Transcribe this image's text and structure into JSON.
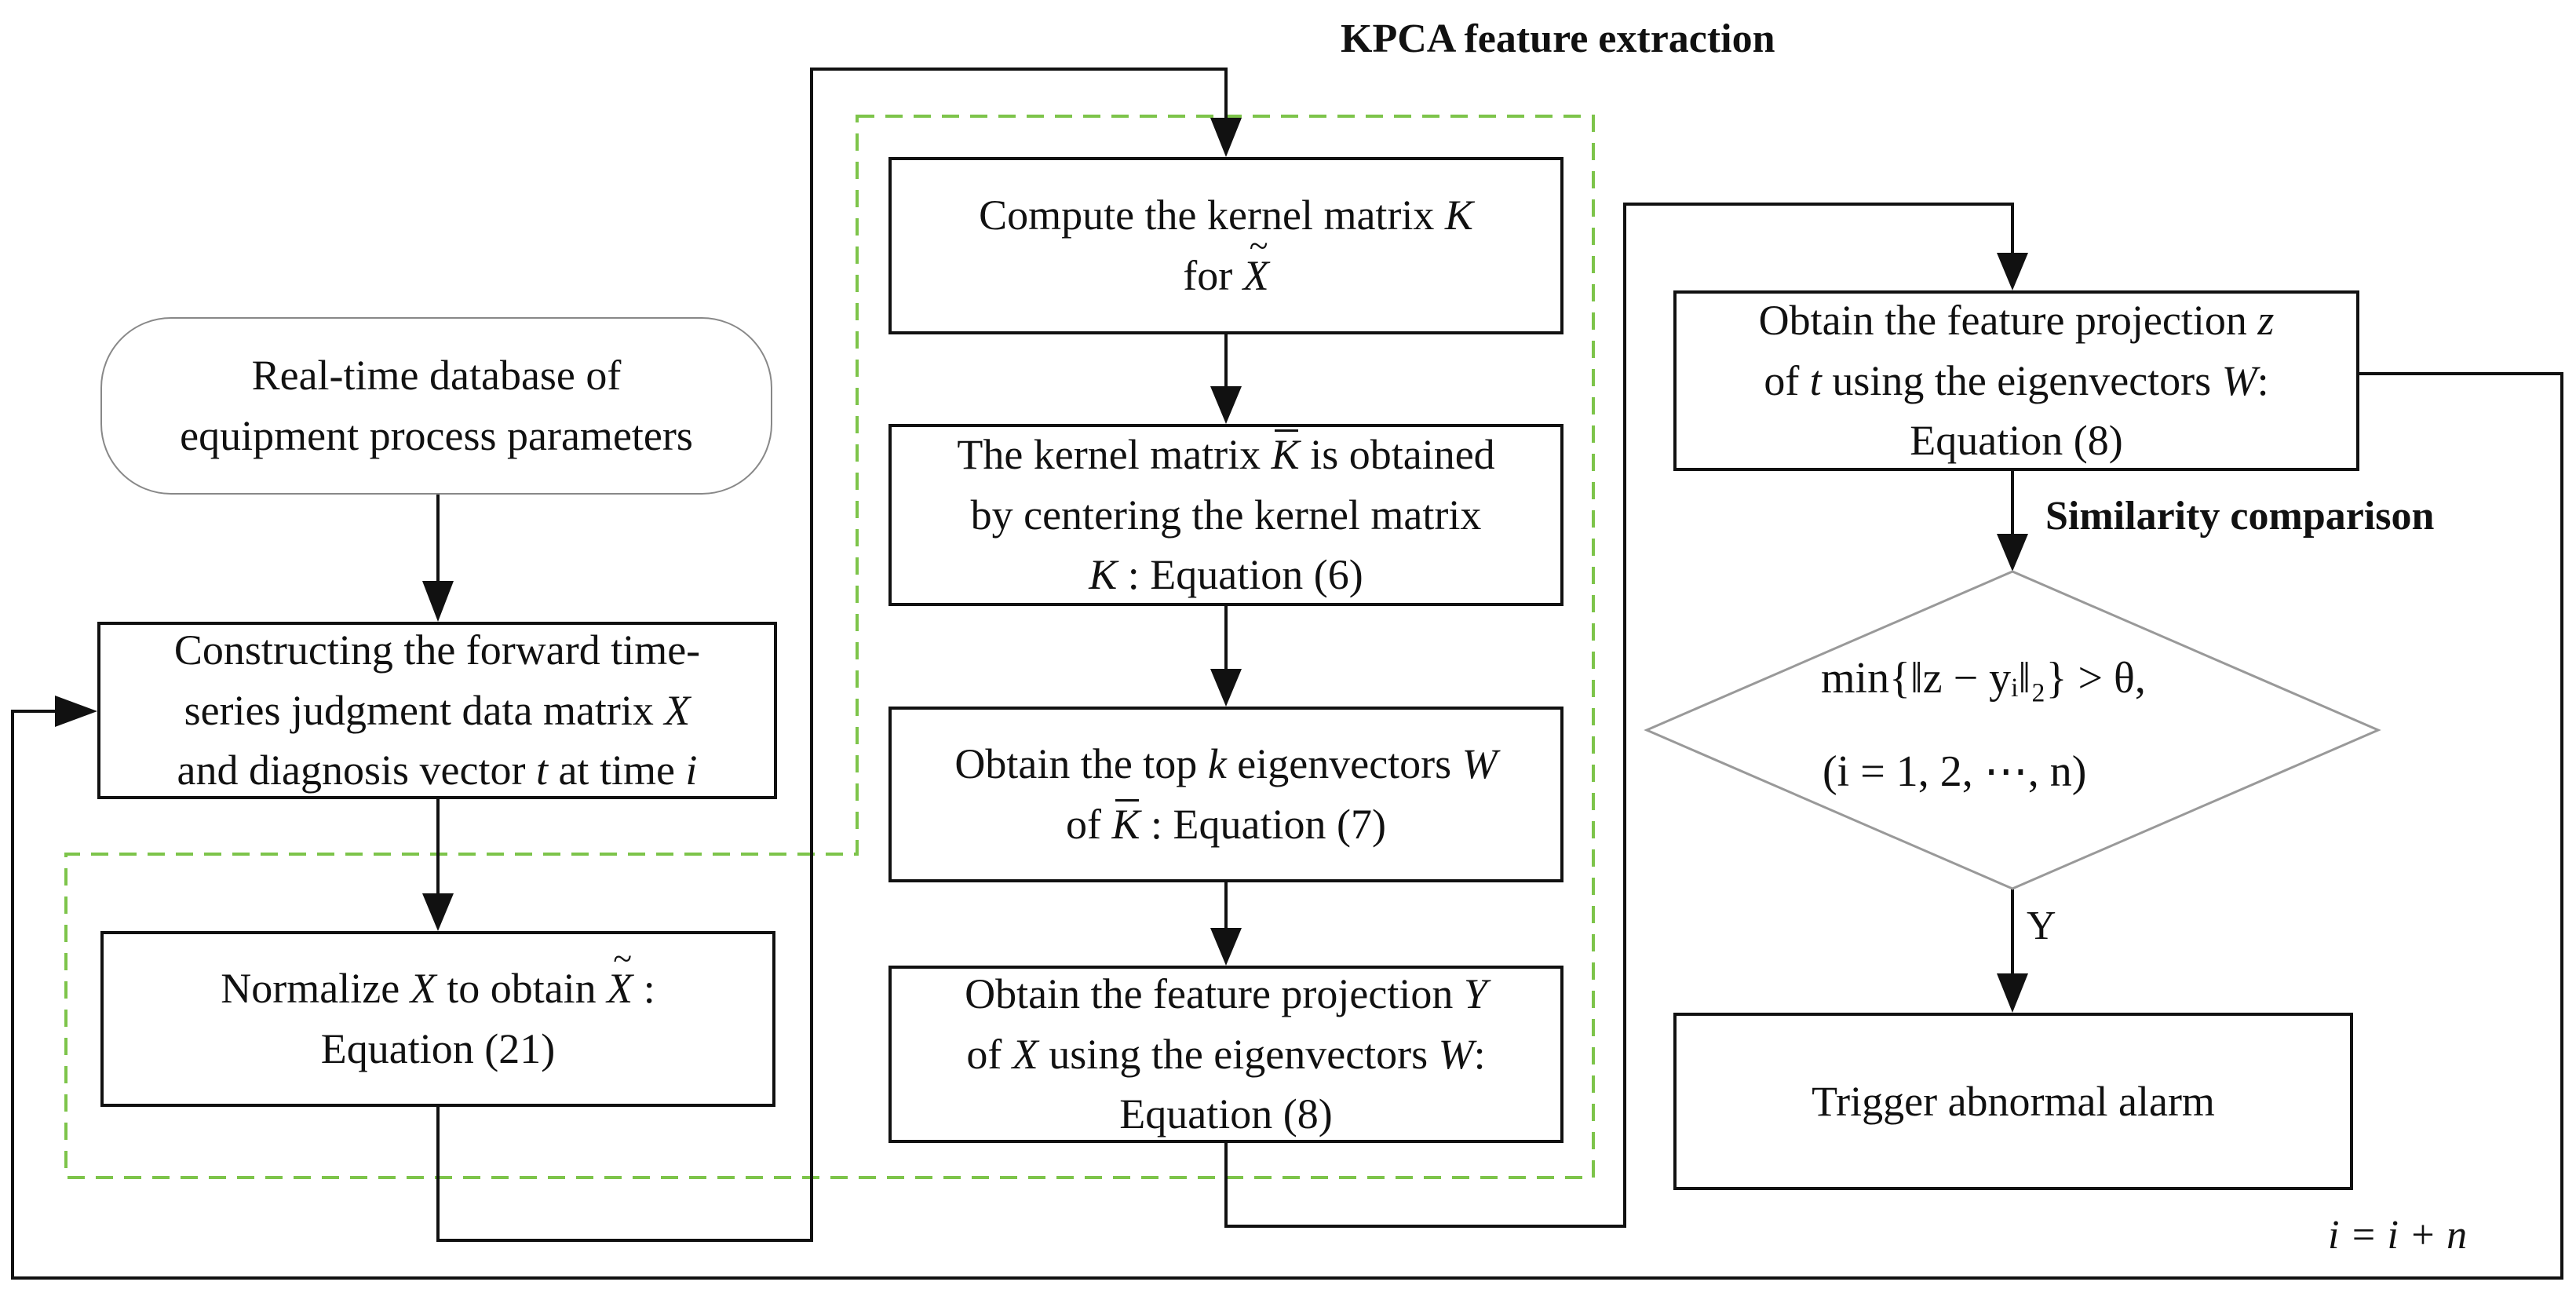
{
  "heading_kpca": "KPCA feature extraction",
  "heading_similarity": "Similarity comparison",
  "nodes": {
    "database": {
      "line1": "Real-time database of",
      "line2": "equipment process parameters"
    },
    "construct": {
      "line1": "Constructing the forward time-",
      "line2a": "series judgment data matrix",
      "line2b": "X",
      "line3a": "and diagnosis vector",
      "line3b": "t",
      "line3c": "at time",
      "line3d": "i"
    },
    "normalize": {
      "line1a": "Normalize",
      "line1b": "X",
      "line1c": "to obtain",
      "line1d": "X",
      "line1e": ":",
      "line2": "Equation (21)"
    },
    "kernel": {
      "line1a": "Compute the kernel matrix",
      "line1b": "K",
      "line2a": "for",
      "line2b": "X"
    },
    "centering": {
      "line1a": "The kernel matrix",
      "line1b": "K",
      "line1c": "is obtained",
      "line2": "by centering the kernel matrix",
      "line3a": "K",
      "line3b": ": Equation (6)"
    },
    "eigen": {
      "line1a": "Obtain the top",
      "line1b": "k",
      "line1c": "eigenvectors",
      "line1d": "W",
      "line2a": "of",
      "line2b": "K",
      "line2c": ": Equation (7)"
    },
    "projection_y": {
      "line1a": "Obtain the feature projection",
      "line1b": "Y",
      "line2a": "of",
      "line2b": "X",
      "line2c": "using the eigenvectors",
      "line2d": "W",
      "line2e": ":",
      "line3": "Equation (8)"
    },
    "projection_z": {
      "line1a": "Obtain the feature projection",
      "line1b": "z",
      "line2a": "of",
      "line2b": "t",
      "line2c": "using the eigenvectors",
      "line2d": "W",
      "line2e": ":",
      "line3": "Equation (8)"
    },
    "decision": {
      "line1": "min{‖z − yᵢ‖₂} > θ,",
      "line2": "(i = 1, 2, ⋯, n)"
    },
    "alarm": {
      "line1": "Trigger abnormal alarm"
    }
  },
  "edge_labels": {
    "yes": "Y",
    "loop": "i = i + n"
  },
  "colors": {
    "stroke": "#111111",
    "dashed_group": "#7dc44a",
    "decision_border": "#999999"
  }
}
